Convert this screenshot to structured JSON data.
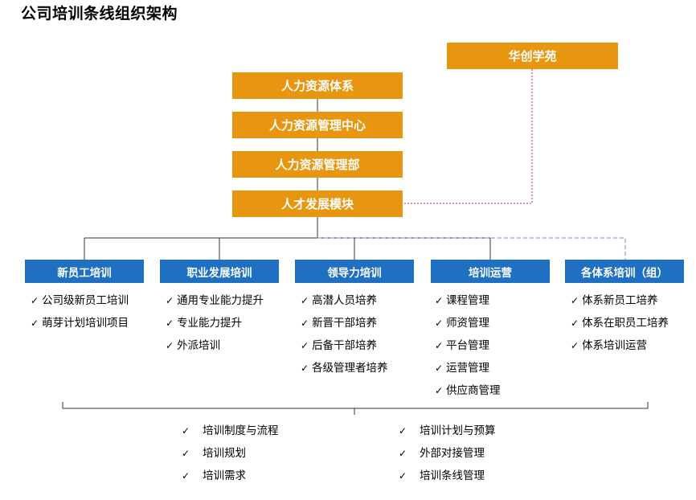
{
  "title": "公司培训条线组织架构",
  "hierarchy": [
    "人力资源体系",
    "人力资源管理中心",
    "人力资源管理部",
    "人才发展模块"
  ],
  "side_box": "华创学苑",
  "check_mark": "✓",
  "modules": [
    {
      "label": "新员工培训",
      "items": [
        "公司级新员工培训",
        "萌芽计划培训项目"
      ]
    },
    {
      "label": "职业发展培训",
      "items": [
        "通用专业能力提升",
        "专业能力提升",
        "外派培训"
      ]
    },
    {
      "label": "领导力培训",
      "items": [
        "高潜人员培养",
        "新晋干部培养",
        "后备干部培养",
        "各级管理者培养"
      ]
    },
    {
      "label": "培训运营",
      "items": [
        "课程管理",
        "师资管理",
        "平台管理",
        "运营管理",
        "供应商管理"
      ]
    },
    {
      "label": "各体系培训（组）",
      "items": [
        "体系新员工培养",
        "体系在职员工培养",
        "体系培训运营"
      ]
    }
  ],
  "common_left": [
    "培训制度与流程",
    "培训规划",
    "培训需求"
  ],
  "common_right": [
    "培训计划与预算",
    "外部对接管理",
    "培训条线管理"
  ],
  "colors": {
    "orange": "#e8960f",
    "blue": "#1f6fc2",
    "red_dotted": "#e0505a",
    "blue_dashed": "#8aa6d8"
  }
}
